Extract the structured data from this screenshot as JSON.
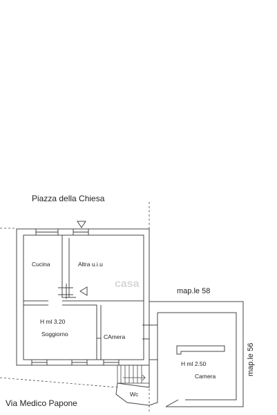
{
  "streets": {
    "top": "Piazza  della Chiesa",
    "bottom": "Via Medico Papone"
  },
  "rooms": {
    "cucina": "Cucina",
    "altra": "Altra u.i.u",
    "height_left": "H ml 3.20",
    "soggiorno": "Soggiorno",
    "camera_small": "CAmera",
    "height_right": "H ml 2.50",
    "camera": "Camera",
    "wc": "Wc"
  },
  "parcels": {
    "p58": "map.le 58",
    "p56": "map.le 56"
  },
  "watermark": "casa",
  "colors": {
    "wall": "#444444",
    "background": "#ffffff"
  }
}
